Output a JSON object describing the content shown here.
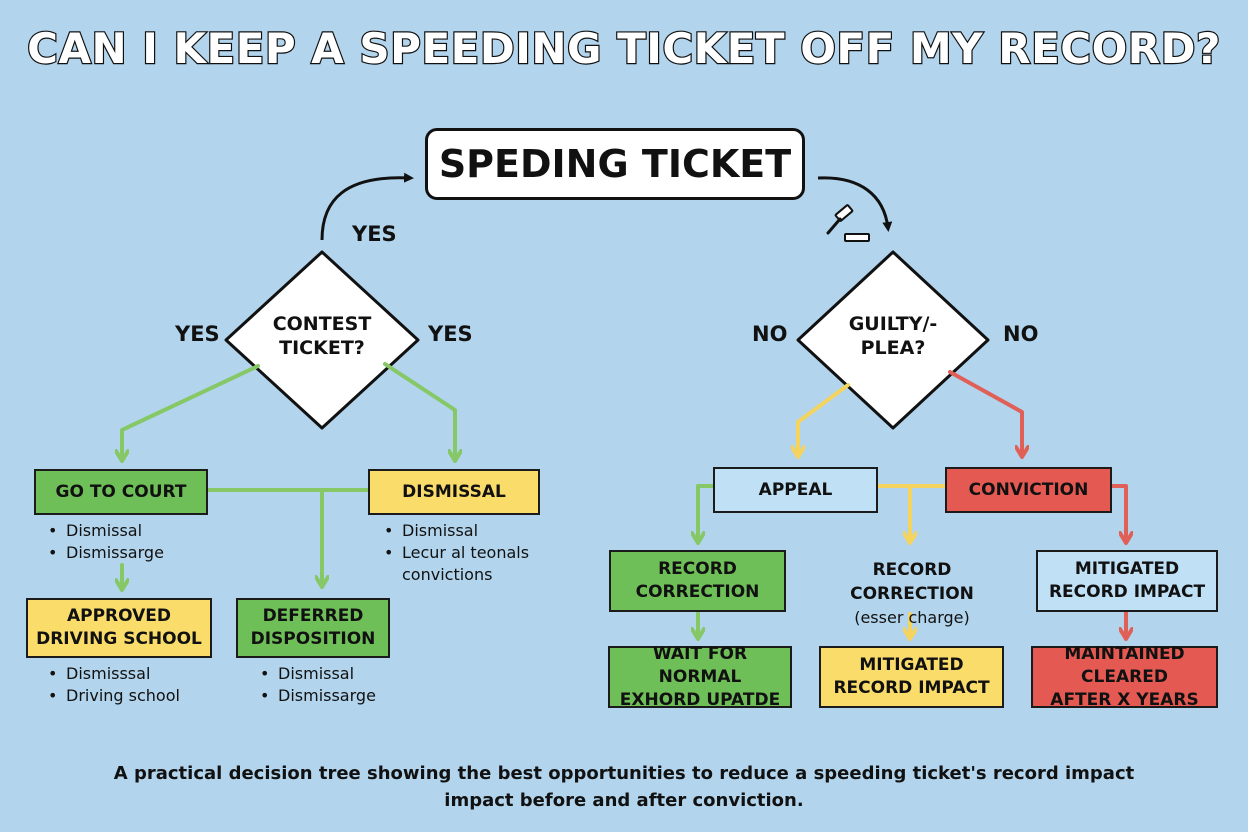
{
  "title": "CAN I KEEP A SPEEDING TICKET OFF MY RECORD?",
  "root": "SPEDING TICKET",
  "gavel_icon": "gavel-icon",
  "left": {
    "top_edge_label": "YES",
    "decision_line1": "CONTEST",
    "decision_line2": "TICKET?",
    "left_edge_label": "YES",
    "right_edge_label": "YES",
    "court": {
      "label": "GO TO COURT",
      "bullets": [
        "Dismissal",
        "Dismissarge"
      ]
    },
    "dismissal": {
      "label": "DISMISSAL",
      "bullets": [
        "Dismissal",
        "Lecur al teonals",
        "convictions"
      ]
    },
    "school": {
      "line1": "APPROVED",
      "line2": "DRIVING SCHOOL",
      "bullets": [
        "Dismisssal",
        "Driving school"
      ]
    },
    "deferred": {
      "line1": "DEFERRED",
      "line2": "DISPOSITION",
      "bullets": [
        "Dismissal",
        "Dismissarge"
      ]
    }
  },
  "right": {
    "decision_line1": "GUILTY/-",
    "decision_line2": "PLEA?",
    "left_edge_label": "NO",
    "right_edge_label": "NO",
    "appeal": "APPEAL",
    "conviction": "CONVICTION",
    "record_correction": {
      "line1": "RECORD",
      "line2": "CORRECTION"
    },
    "record_correction_plain": {
      "line1": "RECORD CORRECTION",
      "line2": "(esser charge)"
    },
    "mitigated_top": {
      "line1": "MITIGATED",
      "line2": "RECORD IMPACT"
    },
    "wait": {
      "line1": "WAIT FOR NORMAL",
      "line2": "EXHORD UPATDE"
    },
    "mitigated_bottom": {
      "line1": "MITIGATED",
      "line2": "RECORD IMPACT"
    },
    "maintained": {
      "line1": "MAINTAINED CLEARED",
      "line2": "AFTER X YEARS"
    }
  },
  "caption_line1": "A practical decision tree showing the best opportunities to reduce a speeding ticket's record impact",
  "caption_line2": "impact before and after conviction.",
  "colors": {
    "background": "#b2d5ed",
    "green": "#6fbf58",
    "yellow": "#f9dc6a",
    "blue": "#bfe0f5",
    "red": "#e45a53",
    "green_line": "#86c766",
    "yellow_line": "#f4d35e",
    "red_line": "#e06058"
  }
}
